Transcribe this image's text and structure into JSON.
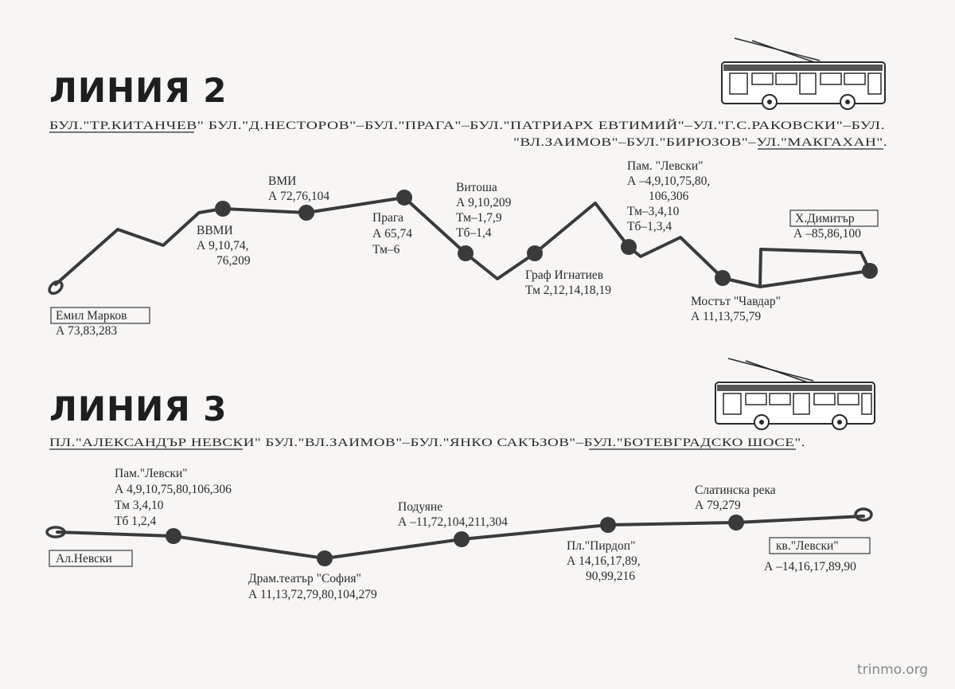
{
  "line2": {
    "title": "ЛИНИЯ  2",
    "route_lines": [
      "БУЛ.\"ТР.КИТАНЧЕВ\"  БУЛ.\"Д.НЕСТОРОВ\"–БУЛ.\"ПРАГА\"–БУЛ.\"ПАТРИАРХ ЕВТИМИЙ\"–УЛ.\"Г.С.РАКОВСКИ\"–БУЛ.",
      "\"ВЛ.ЗАИМОВ\"–БУЛ.\"БИРЮЗОВ\"–УЛ.\"МАКГАХАН\"."
    ],
    "stops": [
      {
        "name": "Емил Марков",
        "info": [
          "А  73,83,283"
        ],
        "terminal": true
      },
      {
        "name": "ВВМИ",
        "info": [
          "А  9,10,74,",
          "76,209"
        ]
      },
      {
        "name": "ВМИ",
        "info": [
          "А  72,76,104"
        ]
      },
      {
        "name": "Прага",
        "info": [
          "А  65,74",
          "Тм–6"
        ]
      },
      {
        "name": "Витоша",
        "info": [
          "А  9,10,209",
          "Тм–1,7,9",
          "Тб–1,4"
        ]
      },
      {
        "name": "Граф Игнатиев",
        "info": [
          "Тм  2,12,14,18,19"
        ]
      },
      {
        "name": "Пам. \"Левски\"",
        "info": [
          "А –4,9,10,75,80,",
          "106,306",
          "Тм–3,4,10",
          "Тб–1,3,4"
        ]
      },
      {
        "name": "Мостът \"Чавдар\"",
        "info": [
          "А  11,13,75,79"
        ]
      },
      {
        "name": "Х.Димитър",
        "info": [
          "А –85,86,100"
        ],
        "terminal": true
      }
    ]
  },
  "line3": {
    "title": "ЛИНИЯ  3",
    "route_lines": [
      "ПЛ.\"АЛЕКСАНДЪР НЕВСКИ\"  БУЛ.\"ВЛ.ЗАИМОВ\"–БУЛ.\"ЯНКО САКЪЗОВ\"–БУЛ.\"БОТЕВГРАДСКО ШОСЕ\"."
    ],
    "stops": [
      {
        "name": "Ал.Невски",
        "info": [],
        "terminal": true
      },
      {
        "name": "Пам.\"Левски\"",
        "info": [
          "А  4,9,10,75,80,106,306",
          "Тм  3,4,10",
          "Тб  1,2,4"
        ]
      },
      {
        "name": "Драм.театър \"София\"",
        "info": [
          "А  11,13,72,79,80,104,279"
        ]
      },
      {
        "name": "Подуяне",
        "info": [
          "А –11,72,104,211,304"
        ]
      },
      {
        "name": "Пл.\"Пирдоп\"",
        "info": [
          "А  14,16,17,89,",
          "90,99,216"
        ]
      },
      {
        "name": "Слатинска река",
        "info": [
          "А  79,279"
        ]
      },
      {
        "name": "кв.\"Левски\"",
        "info": [
          "А –14,16,17,89,90"
        ],
        "terminal": true
      }
    ]
  },
  "watermark": "trinmo.org",
  "colors": {
    "background": "#f7f6f4",
    "ink": "#2a2a2a",
    "track": "#3a3a3a"
  },
  "icons": [
    "trolleybus-icon"
  ]
}
